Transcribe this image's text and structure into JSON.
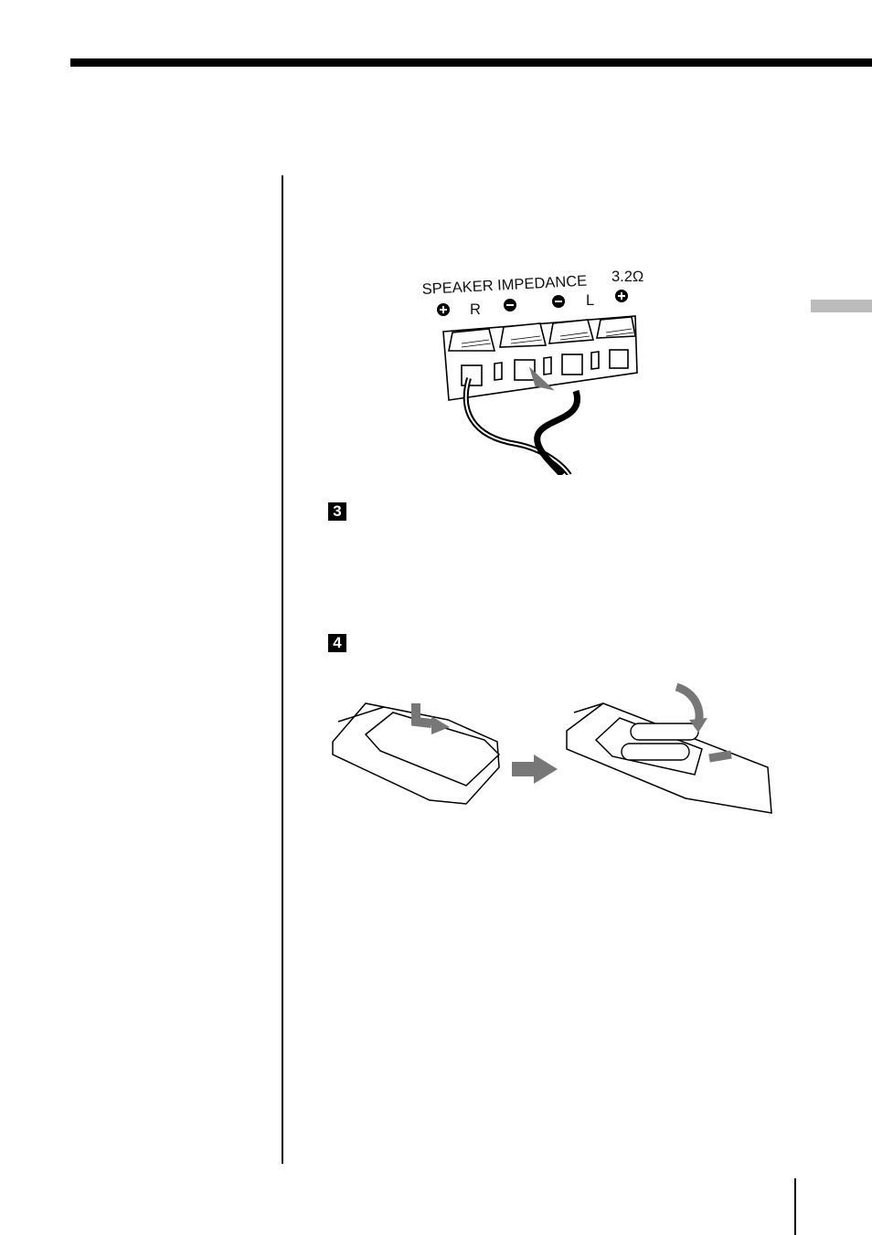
{
  "figure_speaker": {
    "label_line1": "SPEAKER IMPEDANCE",
    "impedance": "3.2Ω",
    "channel_r": "R",
    "channel_l": "L"
  },
  "steps": [
    {
      "marker": "3"
    },
    {
      "marker": "4"
    }
  ]
}
